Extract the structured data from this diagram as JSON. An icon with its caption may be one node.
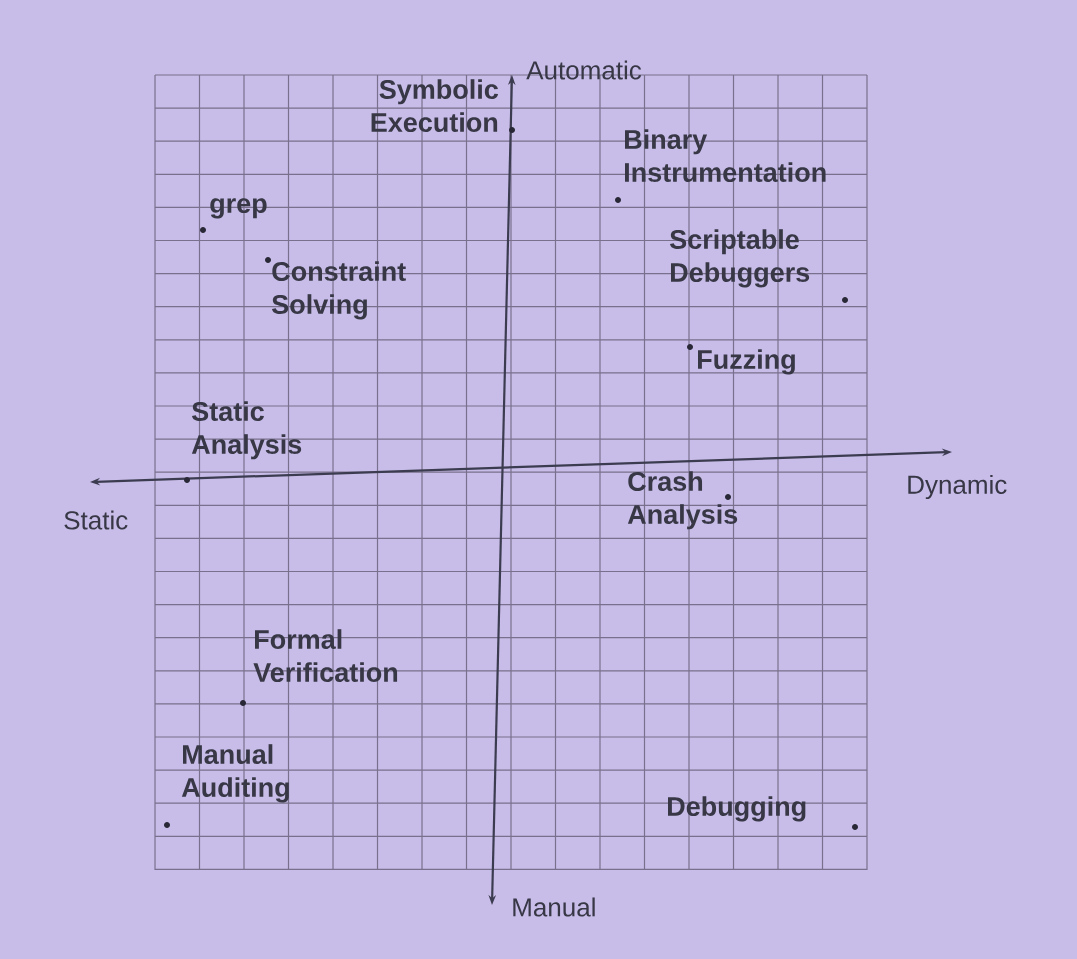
{
  "diagram": {
    "labels": [
      "Symbolic Execution",
      "Automatic",
      "Binary Instrumentation",
      "grep",
      "Constraint Solving",
      "Scriptable Debuggers",
      "Fuzzing",
      "Static Analysis",
      "Crash Analysis",
      "Dynamic",
      "Static",
      "Formal Verification",
      "Manual Auditing",
      "Debugging",
      "Manual"
    ]
  }
}
